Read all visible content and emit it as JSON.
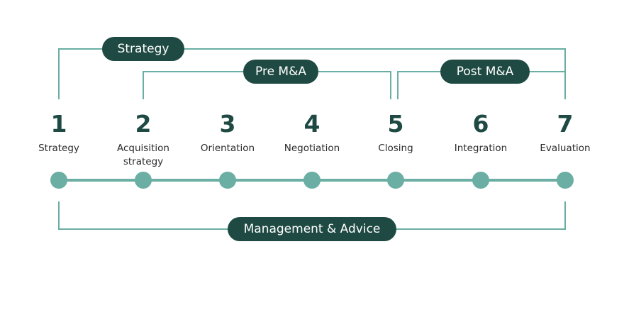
{
  "colors": {
    "pill_bg": "#1f4a43",
    "pill_text": "#ffffff",
    "connector": "#6aaea4",
    "number": "#1f4a43"
  },
  "phases": {
    "strategy": "Strategy",
    "pre": "Pre M&A",
    "post": "Post M&A",
    "management": "Management & Advice"
  },
  "steps": [
    {
      "number": "1",
      "label": "Strategy"
    },
    {
      "number": "2",
      "label": "Acquisition\nstrategy"
    },
    {
      "number": "3",
      "label": "Orientation"
    },
    {
      "number": "4",
      "label": "Negotiation"
    },
    {
      "number": "5",
      "label": "Closing"
    },
    {
      "number": "6",
      "label": "Integration"
    },
    {
      "number": "7",
      "label": "Evaluation"
    }
  ]
}
